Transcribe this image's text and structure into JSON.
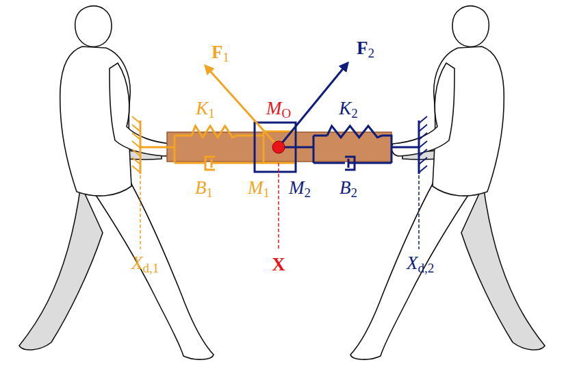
{
  "diagram": {
    "labels": [
      "F1",
      "F2",
      "K1",
      "MO",
      "K2",
      "B1",
      "M1",
      "M2",
      "B2",
      "Xd,1",
      "X",
      "Xd,2"
    ]
  }
}
